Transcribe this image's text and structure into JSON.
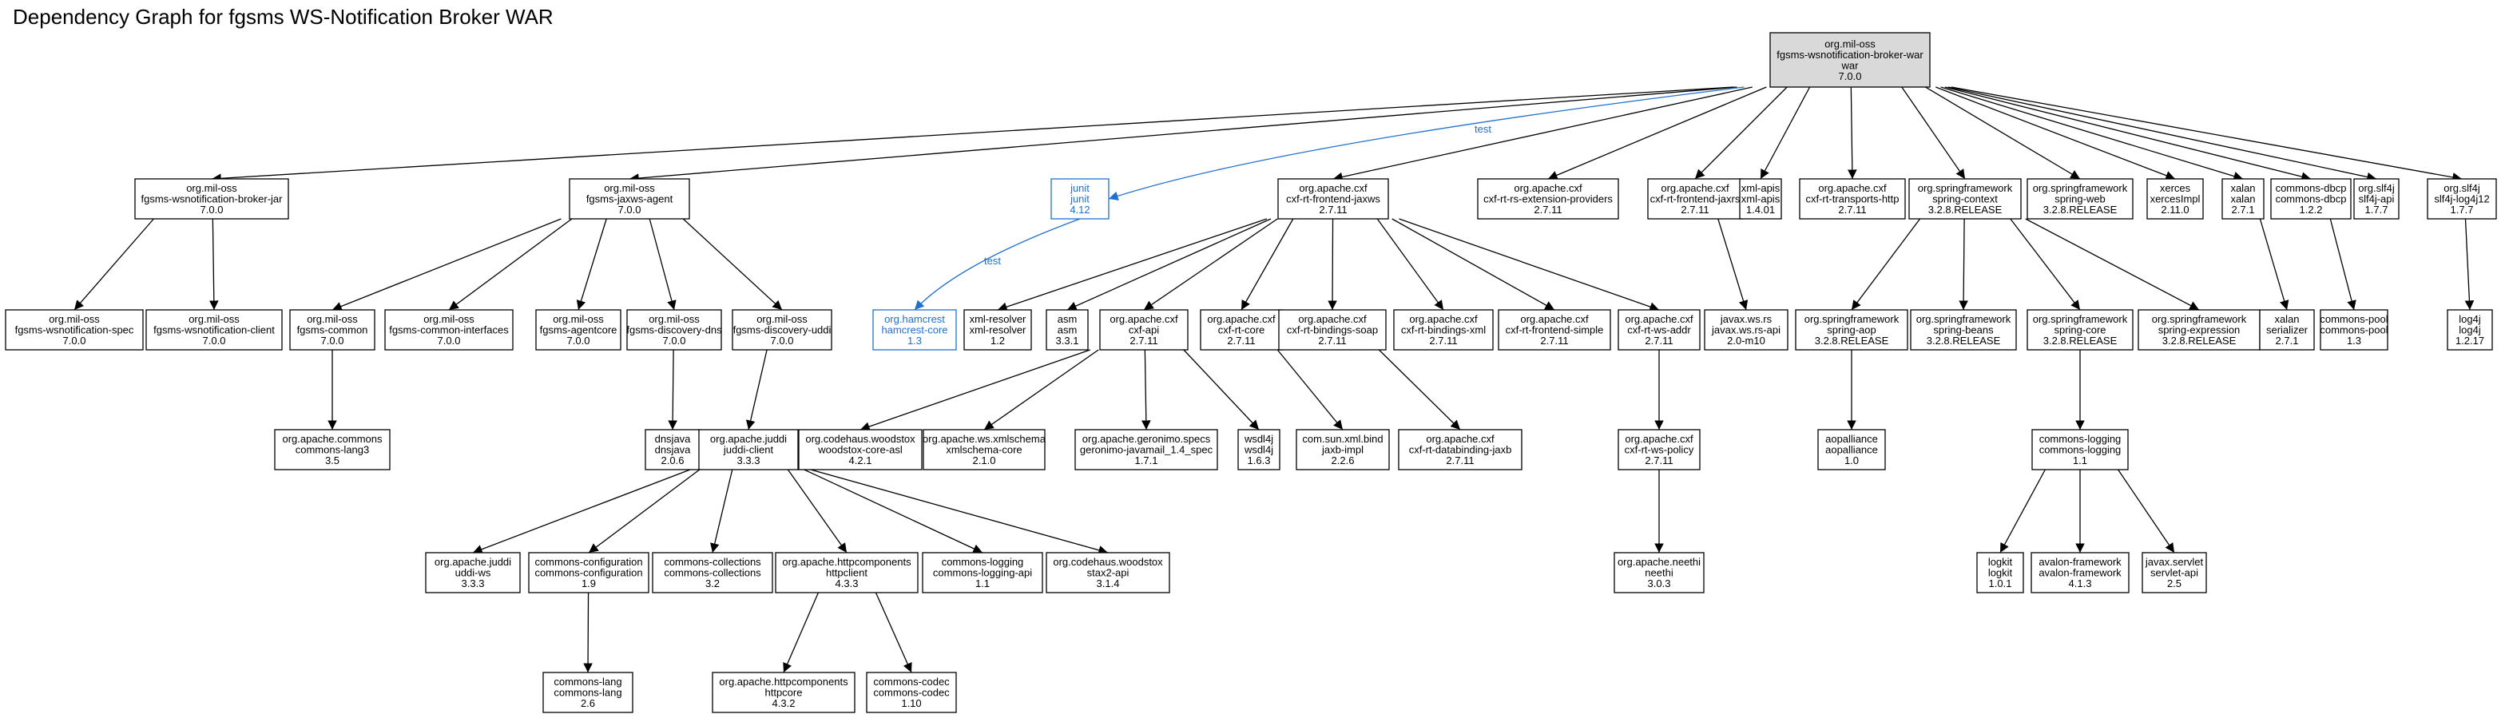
{
  "title": "Dependency Graph for fgsms WS-Notification Broker WAR",
  "colors": {
    "node_border": "#000000",
    "root_fill": "#d9d9d9",
    "test_color": "#1f6fd0",
    "edge": "#000000"
  },
  "nodes": [
    {
      "id": "root",
      "lines": [
        "org.mil-oss",
        "fgsms-wsnotification-broker-war",
        "war",
        "7.0.0"
      ],
      "style": "root"
    },
    {
      "id": "brokerjar",
      "lines": [
        "org.mil-oss",
        "fgsms-wsnotification-broker-jar",
        "7.0.0"
      ]
    },
    {
      "id": "jaxwsagent",
      "lines": [
        "org.mil-oss",
        "fgsms-jaxws-agent",
        "7.0.0"
      ]
    },
    {
      "id": "junit",
      "lines": [
        "junit",
        "junit",
        "4.12"
      ],
      "style": "test"
    },
    {
      "id": "cxfjaxws",
      "lines": [
        "org.apache.cxf",
        "cxf-rt-frontend-jaxws",
        "2.7.11"
      ]
    },
    {
      "id": "cxfrsext",
      "lines": [
        "org.apache.cxf",
        "cxf-rt-rs-extension-providers",
        "2.7.11"
      ]
    },
    {
      "id": "cxfjaxrs",
      "lines": [
        "org.apache.cxf",
        "cxf-rt-frontend-jaxrs",
        "2.7.11"
      ]
    },
    {
      "id": "xmlapis",
      "lines": [
        "xml-apis",
        "xml-apis",
        "1.4.01"
      ]
    },
    {
      "id": "cxfhttp",
      "lines": [
        "org.apache.cxf",
        "cxf-rt-transports-http",
        "2.7.11"
      ]
    },
    {
      "id": "springctx",
      "lines": [
        "org.springframework",
        "spring-context",
        "3.2.8.RELEASE"
      ]
    },
    {
      "id": "springweb",
      "lines": [
        "org.springframework",
        "spring-web",
        "3.2.8.RELEASE"
      ]
    },
    {
      "id": "xerces",
      "lines": [
        "xerces",
        "xercesImpl",
        "2.11.0"
      ]
    },
    {
      "id": "xalan",
      "lines": [
        "xalan",
        "xalan",
        "2.7.1"
      ]
    },
    {
      "id": "dbcp",
      "lines": [
        "commons-dbcp",
        "commons-dbcp",
        "1.2.2"
      ]
    },
    {
      "id": "slf4japi",
      "lines": [
        "org.slf4j",
        "slf4j-api",
        "1.7.7"
      ]
    },
    {
      "id": "slf4jlog4j",
      "lines": [
        "org.slf4j",
        "slf4j-log4j12",
        "1.7.7"
      ]
    },
    {
      "id": "wsnspec",
      "lines": [
        "org.mil-oss",
        "fgsms-wsnotification-spec",
        "7.0.0"
      ]
    },
    {
      "id": "wsnclient",
      "lines": [
        "org.mil-oss",
        "fgsms-wsnotification-client",
        "7.0.0"
      ]
    },
    {
      "id": "fcommon",
      "lines": [
        "org.mil-oss",
        "fgsms-common",
        "7.0.0"
      ]
    },
    {
      "id": "finterfaces",
      "lines": [
        "org.mil-oss",
        "fgsms-common-interfaces",
        "7.0.0"
      ]
    },
    {
      "id": "fagentcore",
      "lines": [
        "org.mil-oss",
        "fgsms-agentcore",
        "7.0.0"
      ]
    },
    {
      "id": "fdns",
      "lines": [
        "org.mil-oss",
        "fgsms-discovery-dns",
        "7.0.0"
      ]
    },
    {
      "id": "fuddi",
      "lines": [
        "org.mil-oss",
        "fgsms-discovery-uddi",
        "7.0.0"
      ]
    },
    {
      "id": "hamcrest",
      "lines": [
        "org.hamcrest",
        "hamcrest-core",
        "1.3"
      ],
      "style": "test"
    },
    {
      "id": "xmlresolver",
      "lines": [
        "xml-resolver",
        "xml-resolver",
        "1.2"
      ]
    },
    {
      "id": "asm",
      "lines": [
        "asm",
        "asm",
        "3.3.1"
      ]
    },
    {
      "id": "cxfapi",
      "lines": [
        "org.apache.cxf",
        "cxf-api",
        "2.7.11"
      ]
    },
    {
      "id": "cxfcore",
      "lines": [
        "org.apache.cxf",
        "cxf-rt-core",
        "2.7.11"
      ]
    },
    {
      "id": "cxfsoap",
      "lines": [
        "org.apache.cxf",
        "cxf-rt-bindings-soap",
        "2.7.11"
      ]
    },
    {
      "id": "cxfxml",
      "lines": [
        "org.apache.cxf",
        "cxf-rt-bindings-xml",
        "2.7.11"
      ]
    },
    {
      "id": "cxfsimple",
      "lines": [
        "org.apache.cxf",
        "cxf-rt-frontend-simple",
        "2.7.11"
      ]
    },
    {
      "id": "cxfwsaddr",
      "lines": [
        "org.apache.cxf",
        "cxf-rt-ws-addr",
        "2.7.11"
      ]
    },
    {
      "id": "jaxwsrs",
      "lines": [
        "javax.ws.rs",
        "javax.ws.rs-api",
        "2.0-m10"
      ]
    },
    {
      "id": "springaop",
      "lines": [
        "org.springframework",
        "spring-aop",
        "3.2.8.RELEASE"
      ]
    },
    {
      "id": "springbeans",
      "lines": [
        "org.springframework",
        "spring-beans",
        "3.2.8.RELEASE"
      ]
    },
    {
      "id": "springcore",
      "lines": [
        "org.springframework",
        "spring-core",
        "3.2.8.RELEASE"
      ]
    },
    {
      "id": "springexpr",
      "lines": [
        "org.springframework",
        "spring-expression",
        "3.2.8.RELEASE"
      ]
    },
    {
      "id": "serializer",
      "lines": [
        "xalan",
        "serializer",
        "2.7.1"
      ]
    },
    {
      "id": "pool",
      "lines": [
        "commons-pool",
        "commons-pool",
        "1.3"
      ]
    },
    {
      "id": "log4j",
      "lines": [
        "log4j",
        "log4j",
        "1.2.17"
      ]
    },
    {
      "id": "lang3",
      "lines": [
        "org.apache.commons",
        "commons-lang3",
        "3.5"
      ]
    },
    {
      "id": "dnsjava",
      "lines": [
        "dnsjava",
        "dnsjava",
        "2.0.6"
      ]
    },
    {
      "id": "juddiclient",
      "lines": [
        "org.apache.juddi",
        "juddi-client",
        "3.3.3"
      ]
    },
    {
      "id": "woodstoxasl",
      "lines": [
        "org.codehaus.woodstox",
        "woodstox-core-asl",
        "4.2.1"
      ]
    },
    {
      "id": "xmlschema",
      "lines": [
        "org.apache.ws.xmlschema",
        "xmlschema-core",
        "2.1.0"
      ]
    },
    {
      "id": "javamail",
      "lines": [
        "org.apache.geronimo.specs",
        "geronimo-javamail_1.4_spec",
        "1.7.1"
      ]
    },
    {
      "id": "wsdl4j",
      "lines": [
        "wsdl4j",
        "wsdl4j",
        "1.6.3"
      ]
    },
    {
      "id": "jaxbimpl",
      "lines": [
        "com.sun.xml.bind",
        "jaxb-impl",
        "2.2.6"
      ]
    },
    {
      "id": "cxfjaxb",
      "lines": [
        "org.apache.cxf",
        "cxf-rt-databinding-jaxb",
        "2.7.11"
      ]
    },
    {
      "id": "cxfpolicy",
      "lines": [
        "org.apache.cxf",
        "cxf-rt-ws-policy",
        "2.7.11"
      ]
    },
    {
      "id": "aopalliance",
      "lines": [
        "aopalliance",
        "aopalliance",
        "1.0"
      ]
    },
    {
      "id": "commonslogging",
      "lines": [
        "commons-logging",
        "commons-logging",
        "1.1"
      ]
    },
    {
      "id": "uddiws",
      "lines": [
        "org.apache.juddi",
        "uddi-ws",
        "3.3.3"
      ]
    },
    {
      "id": "commonsconfig",
      "lines": [
        "commons-configuration",
        "commons-configuration",
        "1.9"
      ]
    },
    {
      "id": "commonscoll",
      "lines": [
        "commons-collections",
        "commons-collections",
        "3.2"
      ]
    },
    {
      "id": "httpclient",
      "lines": [
        "org.apache.httpcomponents",
        "httpclient",
        "4.3.3"
      ]
    },
    {
      "id": "logapi",
      "lines": [
        "commons-logging",
        "commons-logging-api",
        "1.1"
      ]
    },
    {
      "id": "stax2",
      "lines": [
        "org.codehaus.woodstox",
        "stax2-api",
        "3.1.4"
      ]
    },
    {
      "id": "neethi",
      "lines": [
        "org.apache.neethi",
        "neethi",
        "3.0.3"
      ]
    },
    {
      "id": "logkit",
      "lines": [
        "logkit",
        "logkit",
        "1.0.1"
      ]
    },
    {
      "id": "avalon",
      "lines": [
        "avalon-framework",
        "avalon-framework",
        "4.1.3"
      ]
    },
    {
      "id": "servletapi",
      "lines": [
        "javax.servlet",
        "servlet-api",
        "2.5"
      ]
    },
    {
      "id": "commonslang",
      "lines": [
        "commons-lang",
        "commons-lang",
        "2.6"
      ]
    },
    {
      "id": "httpcore",
      "lines": [
        "org.apache.httpcomponents",
        "httpcore",
        "4.3.2"
      ]
    },
    {
      "id": "codec",
      "lines": [
        "commons-codec",
        "commons-codec",
        "1.10"
      ]
    }
  ],
  "edges": [
    {
      "from": "root",
      "to": "brokerjar"
    },
    {
      "from": "root",
      "to": "jaxwsagent"
    },
    {
      "from": "root",
      "to": "junit",
      "label": "test",
      "style": "test"
    },
    {
      "from": "root",
      "to": "cxfjaxws"
    },
    {
      "from": "root",
      "to": "cxfrsext"
    },
    {
      "from": "root",
      "to": "cxfjaxrs"
    },
    {
      "from": "root",
      "to": "xmlapis"
    },
    {
      "from": "root",
      "to": "cxfhttp"
    },
    {
      "from": "root",
      "to": "springctx"
    },
    {
      "from": "root",
      "to": "springweb"
    },
    {
      "from": "root",
      "to": "xerces"
    },
    {
      "from": "root",
      "to": "xalan"
    },
    {
      "from": "root",
      "to": "dbcp"
    },
    {
      "from": "root",
      "to": "slf4japi"
    },
    {
      "from": "root",
      "to": "slf4jlog4j"
    },
    {
      "from": "brokerjar",
      "to": "wsnspec"
    },
    {
      "from": "brokerjar",
      "to": "wsnclient"
    },
    {
      "from": "jaxwsagent",
      "to": "fcommon"
    },
    {
      "from": "jaxwsagent",
      "to": "finterfaces"
    },
    {
      "from": "jaxwsagent",
      "to": "fagentcore"
    },
    {
      "from": "jaxwsagent",
      "to": "fdns"
    },
    {
      "from": "jaxwsagent",
      "to": "fuddi"
    },
    {
      "from": "junit",
      "to": "hamcrest",
      "label": "test",
      "style": "test"
    },
    {
      "from": "cxfjaxws",
      "to": "xmlresolver"
    },
    {
      "from": "cxfjaxws",
      "to": "asm"
    },
    {
      "from": "cxfjaxws",
      "to": "cxfapi"
    },
    {
      "from": "cxfjaxws",
      "to": "cxfcore"
    },
    {
      "from": "cxfjaxws",
      "to": "cxfsoap"
    },
    {
      "from": "cxfjaxws",
      "to": "cxfxml"
    },
    {
      "from": "cxfjaxws",
      "to": "cxfsimple"
    },
    {
      "from": "cxfjaxws",
      "to": "cxfwsaddr"
    },
    {
      "from": "cxfjaxrs",
      "to": "jaxwsrs"
    },
    {
      "from": "springctx",
      "to": "springaop"
    },
    {
      "from": "springctx",
      "to": "springbeans"
    },
    {
      "from": "springctx",
      "to": "springcore"
    },
    {
      "from": "springctx",
      "to": "springexpr"
    },
    {
      "from": "xalan",
      "to": "serializer"
    },
    {
      "from": "dbcp",
      "to": "pool"
    },
    {
      "from": "slf4jlog4j",
      "to": "log4j"
    },
    {
      "from": "fcommon",
      "to": "lang3"
    },
    {
      "from": "fdns",
      "to": "dnsjava"
    },
    {
      "from": "fuddi",
      "to": "juddiclient"
    },
    {
      "from": "cxfapi",
      "to": "woodstoxasl"
    },
    {
      "from": "cxfapi",
      "to": "xmlschema"
    },
    {
      "from": "cxfapi",
      "to": "javamail"
    },
    {
      "from": "cxfapi",
      "to": "wsdl4j"
    },
    {
      "from": "cxfcore",
      "to": "jaxbimpl"
    },
    {
      "from": "cxfsoap",
      "to": "cxfjaxb"
    },
    {
      "from": "cxfwsaddr",
      "to": "cxfpolicy"
    },
    {
      "from": "springaop",
      "to": "aopalliance"
    },
    {
      "from": "springcore",
      "to": "commonslogging"
    },
    {
      "from": "juddiclient",
      "to": "uddiws"
    },
    {
      "from": "juddiclient",
      "to": "commonsconfig"
    },
    {
      "from": "juddiclient",
      "to": "commonscoll"
    },
    {
      "from": "juddiclient",
      "to": "httpclient"
    },
    {
      "from": "juddiclient",
      "to": "logapi"
    },
    {
      "from": "juddiclient",
      "to": "stax2"
    },
    {
      "from": "cxfpolicy",
      "to": "neethi"
    },
    {
      "from": "commonslogging",
      "to": "logkit"
    },
    {
      "from": "commonslogging",
      "to": "avalon"
    },
    {
      "from": "commonslogging",
      "to": "servletapi"
    },
    {
      "from": "commonsconfig",
      "to": "commonslang"
    },
    {
      "from": "httpclient",
      "to": "httpcore"
    },
    {
      "from": "httpclient",
      "to": "codec"
    }
  ]
}
